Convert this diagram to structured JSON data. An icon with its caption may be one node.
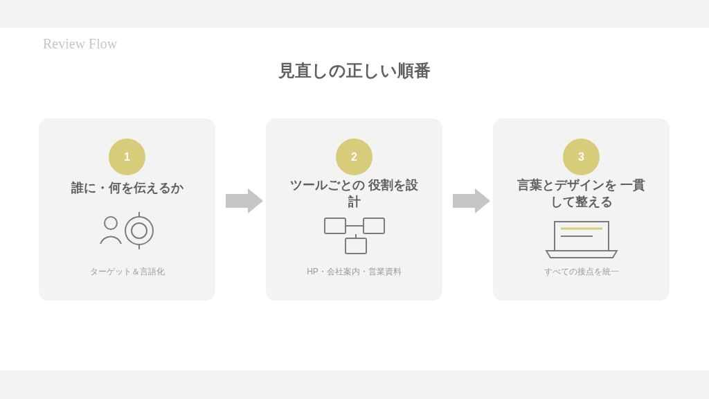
{
  "diagram": {
    "title": "見直しの正しい順番",
    "nodes": [
      {
        "text": [
          "1",
          "誰に・何を伝えるか",
          "ターゲット＆言語化"
        ]
      },
      {
        "text": [
          "2",
          "ツールごとの 役割を設計",
          "HP・会社案内・営業資料"
        ]
      },
      {
        "text": [
          "3",
          "言葉とデザインを 一貫して整える",
          "すべての接点を統一"
        ]
      }
    ],
    "edges": [
      {
        "from": 0,
        "to": 1,
        "arrow": "to",
        "style": "thick"
      },
      {
        "from": 1,
        "to": 2,
        "arrow": "to",
        "style": "thick"
      }
    ],
    "labels": [
      "Review Flow"
    ]
  }
}
